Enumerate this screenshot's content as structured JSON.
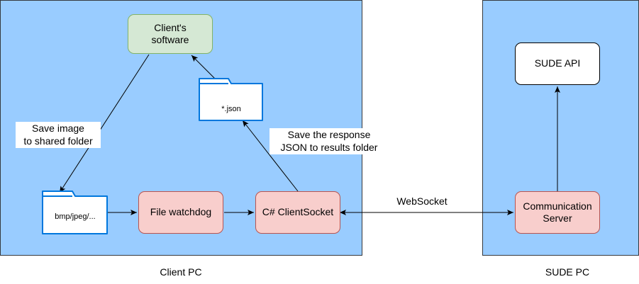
{
  "regions": {
    "client_pc": {
      "label": "Client PC"
    },
    "sude_pc": {
      "label": "SUDE PC"
    }
  },
  "nodes": {
    "clients_software": "Client's\nsoftware",
    "file_watchdog": "File watchdog",
    "client_socket": "C# ClientSocket",
    "sude_api": "SUDE API",
    "communication_server": "Communication\nServer"
  },
  "folders": {
    "json_folder": "*.json",
    "image_folder": "bmp/jpeg/..."
  },
  "edge_labels": {
    "save_image": "Save image\nto shared folder",
    "save_response": "Save the response\nJSON to results folder",
    "websocket": "WebSocket"
  },
  "colors": {
    "region_fill": "#99ccff",
    "green_fill": "#d5e8d4",
    "green_stroke": "#82b366",
    "pink_fill": "#f8cecc",
    "pink_stroke": "#b85450",
    "folder_stroke": "#0077dd"
  }
}
